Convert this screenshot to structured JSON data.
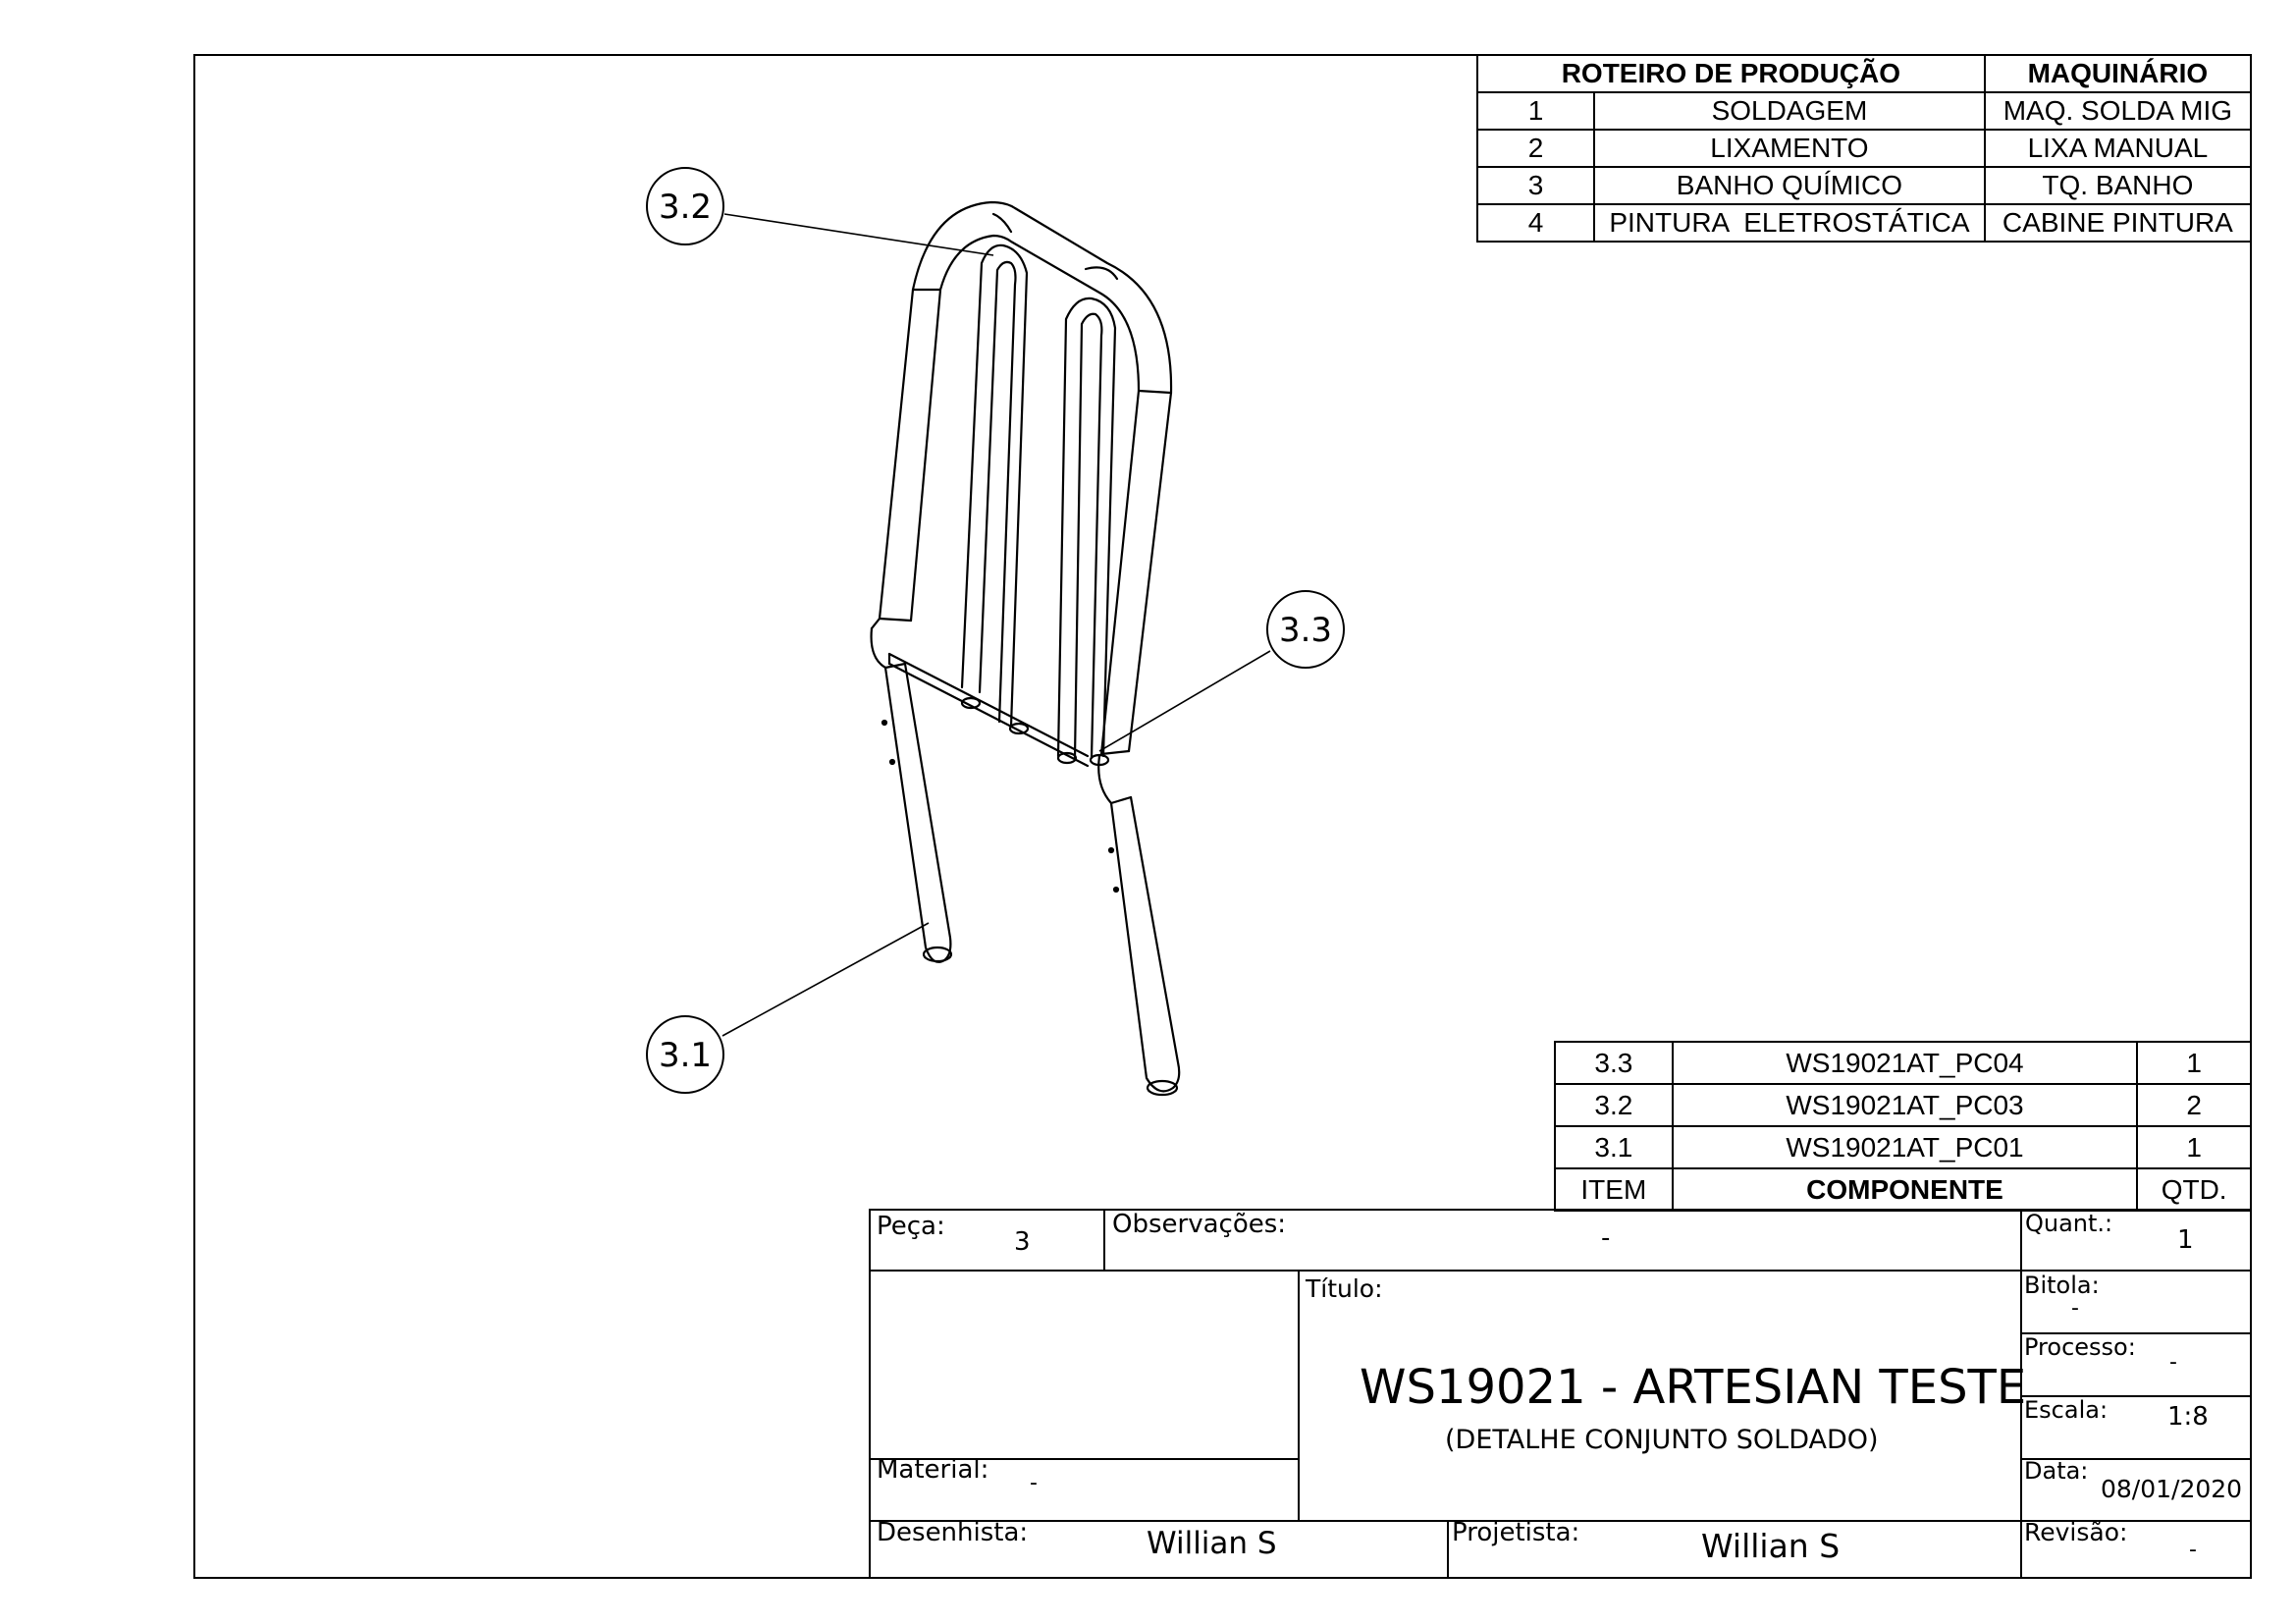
{
  "routing": {
    "header_step": "ROTEIRO DE PRODUÇÃO",
    "header_machine": "MAQUINÁRIO",
    "rows": [
      {
        "n": "1",
        "step": "SOLDAGEM",
        "machine": "MAQ. SOLDA MIG"
      },
      {
        "n": "2",
        "step": "LIXAMENTO",
        "machine": "LIXA MANUAL"
      },
      {
        "n": "3",
        "step": "BANHO QUÍMICO",
        "machine": "TQ. BANHO"
      },
      {
        "n": "4",
        "step": "PINTURA  ELETROSTÁTICA",
        "machine": "CABINE PINTURA"
      }
    ]
  },
  "balloons": {
    "b32": "3.2",
    "b33": "3.3",
    "b31": "3.1"
  },
  "parts": {
    "rows": [
      {
        "item": "3.3",
        "component": "WS19021AT_PC04",
        "qty": "1"
      },
      {
        "item": "3.2",
        "component": "WS19021AT_PC03",
        "qty": "2"
      },
      {
        "item": "3.1",
        "component": "WS19021AT_PC01",
        "qty": "1"
      }
    ],
    "header_item": "ITEM",
    "header_component": "COMPONENTE",
    "header_qty": "QTD."
  },
  "title_block": {
    "peca_label": "Peça:",
    "peca_value": "3",
    "obs_label": "Observações:",
    "obs_value": "-",
    "quant_label": "Quant.:",
    "quant_value": "1",
    "titulo_label": "Título:",
    "title": "WS19021 - ARTESIAN TESTE",
    "subtitle": "(DETALHE CONJUNTO SOLDADO)",
    "bitola_label": "Bitola:",
    "bitola_value": "-",
    "processo_label": "Processo:",
    "processo_value": "-",
    "escala_label": "Escala:",
    "escala_value": "1:8",
    "material_label": "Material:",
    "material_value": "-",
    "data_label": "Data:",
    "data_value": "08/01/2020",
    "desenhista_label": "Desenhista:",
    "desenhista_value": "Willian S",
    "projetista_label": "Projetista:",
    "projetista_value": "Willian S",
    "revisao_label": "Revisão:",
    "revisao_value": "-"
  }
}
